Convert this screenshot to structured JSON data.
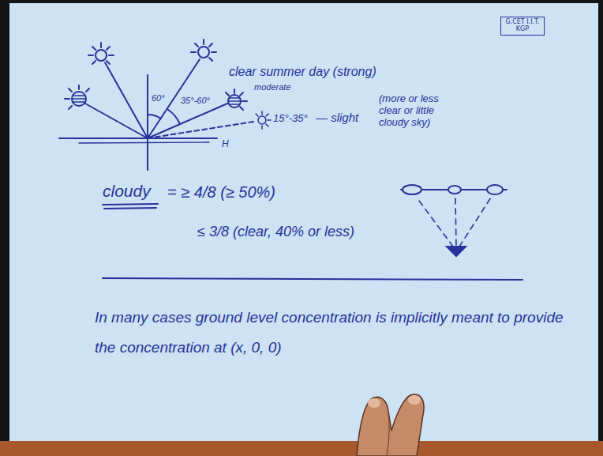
{
  "diagram": {
    "nodes": [
      {
        "text": [
          "G.CET I.I.T. KGP"
        ]
      }
    ],
    "labels": [
      "clear summer day (strong)",
      "60°",
      "35°-60°",
      "moderate",
      "15°-35°",
      "— slight",
      "(more or less clear or little cloudy sky)",
      "H",
      "cloudy",
      "= ≥ 4/8 (≥ 50%)",
      "≤ 3/8 (clear, 40% or less)",
      "In many cases ground level concentration is implicitly meant to provide the concentration at (x, 0, 0)"
    ]
  }
}
